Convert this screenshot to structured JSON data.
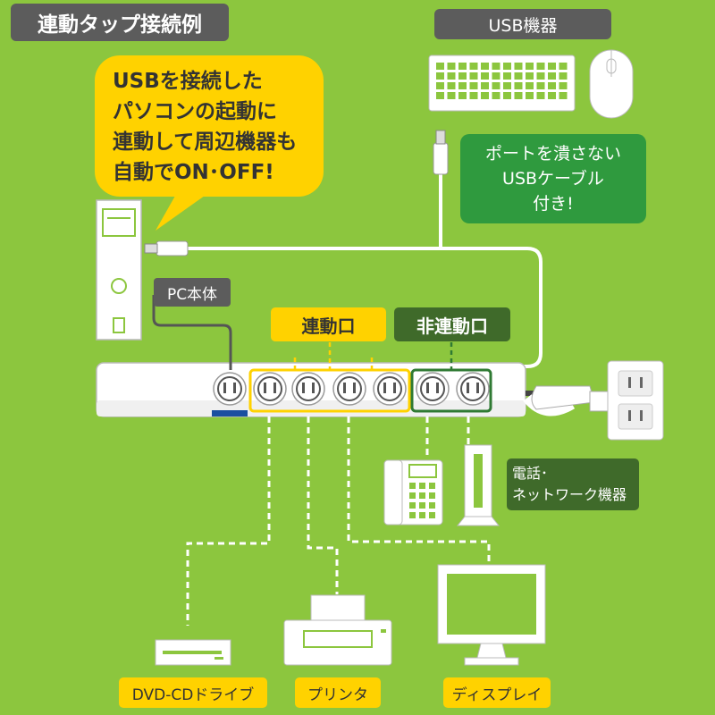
{
  "title": "連動タップ接続例",
  "labels": {
    "usb_devices": "USB機器",
    "speech_bubble": "USBを接続した\nパソコンの起動に\n連動して周辺機器も\n自動でON･OFF!",
    "port_cable_note": "ポートを潰さない\nUSBケーブル\n付き!",
    "pc_body": "PC本体",
    "linked_ports": "連動口",
    "unlinked_ports": "非連動口",
    "phone_network": "電話･\nネットワーク機器",
    "dvd_cd_drive": "DVD-CDドライブ",
    "printer": "プリンタ",
    "display": "ディスプレイ"
  },
  "icons": {
    "keyboard": "keyboard-icon",
    "mouse": "mouse-icon",
    "pc_tower": "pc-tower-icon",
    "power_strip": "power-strip",
    "wall_outlet": "wall-outlet-icon",
    "telephone": "telephone-icon",
    "router": "router-icon",
    "optical_drive": "optical-drive-icon",
    "printer": "printer-icon",
    "monitor": "monitor-icon"
  },
  "colors": {
    "background": "#8cc63e",
    "gray_tag": "#5c5c5c",
    "yellow": "#ffd200",
    "green_tag": "#2f7a33",
    "device_white": "#ffffff"
  }
}
